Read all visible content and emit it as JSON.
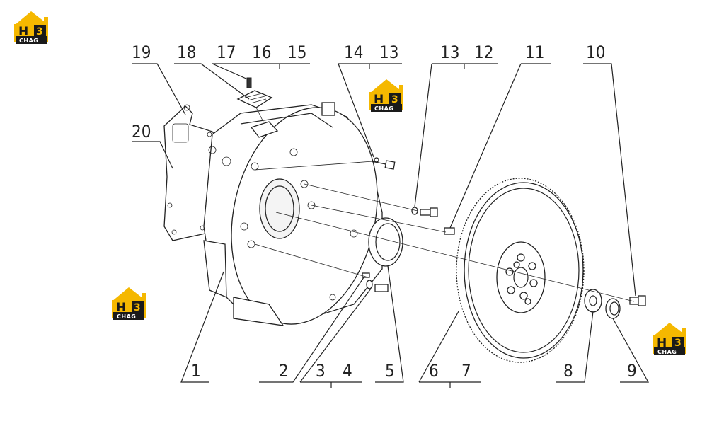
{
  "logo": {
    "top": "H",
    "mid": "3",
    "sub": "CHAG"
  },
  "callouts": {
    "c1": "1",
    "c2": "2",
    "c3": "3",
    "c4": "4",
    "c5": "5",
    "c6": "6",
    "c7": "7",
    "c8": "8",
    "c9": "9",
    "c10": "10",
    "c11": "11",
    "c12": "12",
    "c13a": "13",
    "c13b": "13",
    "c14": "14",
    "c15": "15",
    "c16": "16",
    "c17": "17",
    "c18": "18",
    "c19": "19",
    "c20": "20"
  },
  "colors": {
    "logo_yellow": "#f5b800",
    "logo_dark": "#1a1a1a",
    "line": "#222222"
  }
}
